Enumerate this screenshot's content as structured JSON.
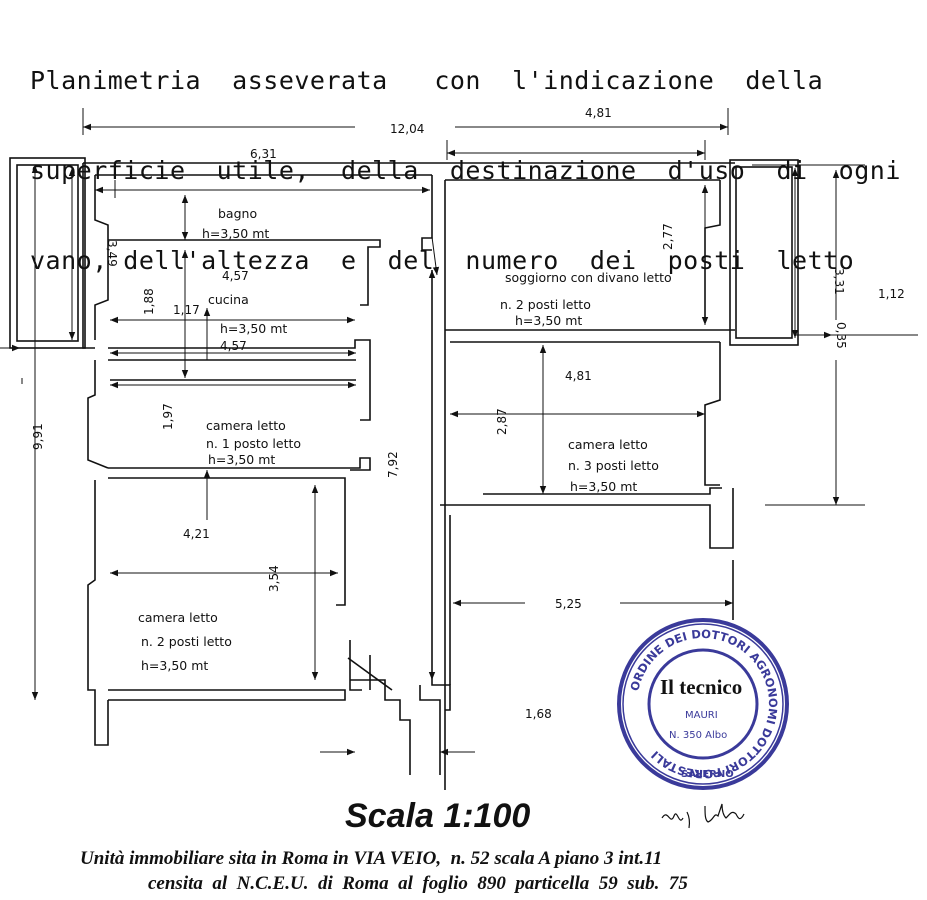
{
  "title_lines": [
    "Planimetria  asseverata   con  l'indicazione  della",
    "superficie  utile,  della  destinazione  d'uso  di  ogni",
    "vano, dell'altezza  e  del  numero  dei  posti  letto"
  ],
  "dimensions": {
    "d1204": "12,04",
    "d481_top": "4,81",
    "d631": "6,31",
    "d331": "3,31",
    "d112": "1,12",
    "d035": "0,35",
    "d349": "3,49",
    "d277": "2,77",
    "d457_a": "4,57",
    "d188": "1,88",
    "d117": "1,17",
    "d457_b": "4,57",
    "d991": "9,91",
    "d197": "1,97",
    "d481_mid": "4,81",
    "d287": "2,87",
    "d792": "7,92",
    "d421": "4,21",
    "d354": "3,54",
    "d525": "5,25",
    "d168": "1,68"
  },
  "rooms": {
    "bagno": {
      "name": "bagno",
      "height": "h=3,50  mt"
    },
    "cucina": {
      "name": "cucina",
      "height": "h=3,50  mt"
    },
    "soggiorno": {
      "name": "soggiorno con divano letto",
      "beds": "n. 2 posti letto",
      "height": "h=3,50  mt"
    },
    "camera1": {
      "name": "camera  letto",
      "beds": "n. 1 posto letto",
      "height": "h=3,50  mt"
    },
    "camera3": {
      "name": "camera  letto",
      "beds": "n. 3 posti letto",
      "height": "h=3,50  mt"
    },
    "camera2": {
      "name": "camera  letto",
      "beds": "n. 2  posti  letto",
      "height": "h=3,50  mt"
    }
  },
  "stamp": {
    "signature_label": "Il tecnico",
    "ring_text": "ORDINE DEI DOTTORI AGRONOMI DOTTORI FORESTALI",
    "city": "SALERNO",
    "name": "MAURI",
    "number": "N. 350 Albo",
    "color": "#3a3a9a"
  },
  "scale": "Scala  1:100",
  "footer": {
    "line1": "Unità immobiliare sita in Roma in VIA VEIO,  n. 52 scala A piano 3 int.11",
    "line2": "censita  al  N.C.E.U.  di  Roma  al  foglio  890  particella  59  sub.  75"
  }
}
